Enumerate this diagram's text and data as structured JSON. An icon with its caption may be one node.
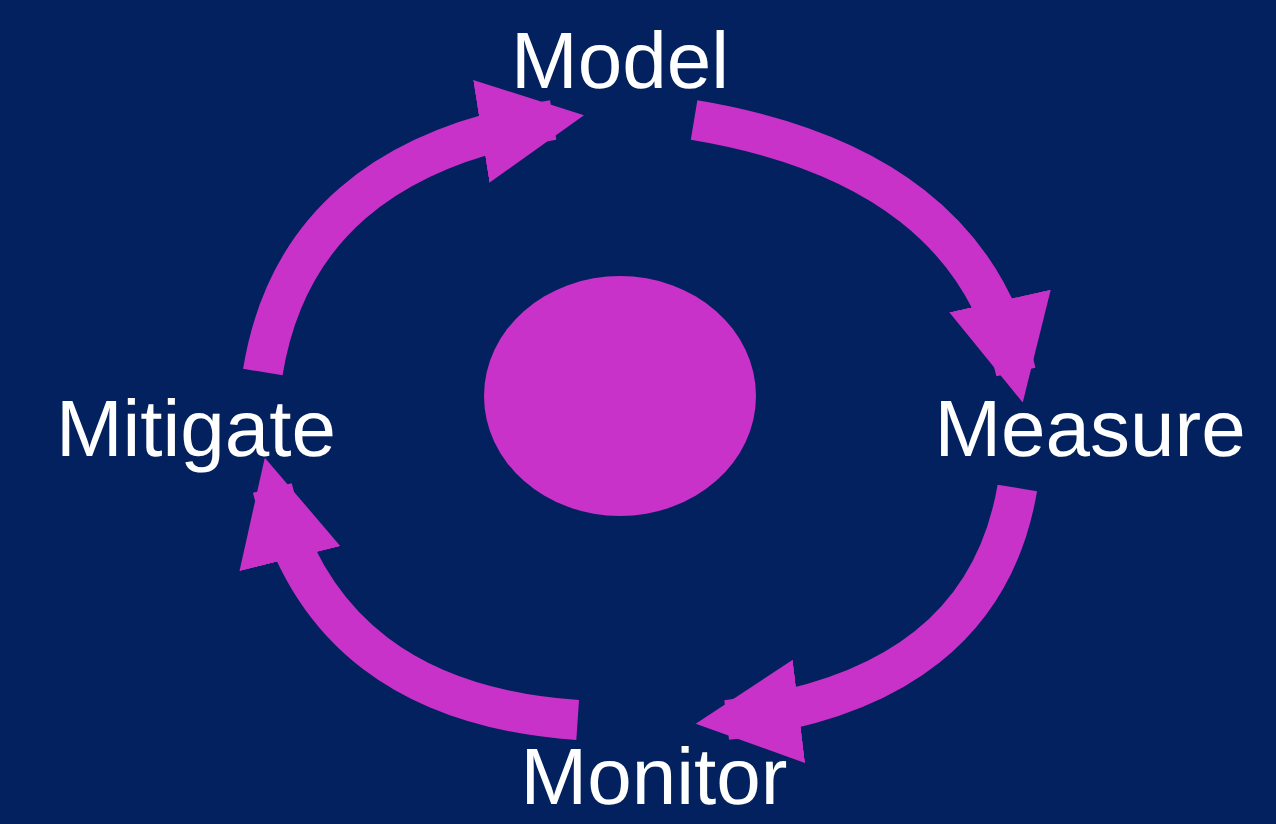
{
  "diagram": {
    "nodes": [
      {
        "text": [
          "Model"
        ]
      },
      {
        "text": [
          "Measure"
        ]
      },
      {
        "text": [
          "Monitor"
        ]
      },
      {
        "text": [
          "Mitigate"
        ]
      },
      {
        "text": [],
        "shape": "circle"
      }
    ],
    "edges": [
      {
        "from": 0,
        "to": 1,
        "arrow": "to"
      },
      {
        "from": 1,
        "to": 2,
        "arrow": "to"
      },
      {
        "from": 2,
        "to": 3,
        "arrow": "to"
      },
      {
        "from": 3,
        "to": 0,
        "arrow": "to"
      }
    ]
  }
}
